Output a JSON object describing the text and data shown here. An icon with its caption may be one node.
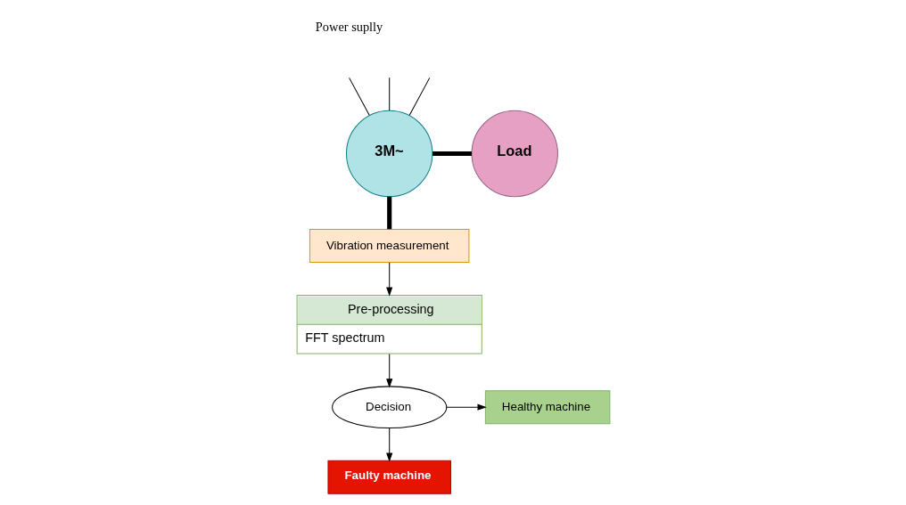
{
  "diagram": {
    "nodes": [
      {
        "text": [
          "3M~"
        ]
      },
      {
        "text": [
          "Load"
        ]
      },
      {
        "text": [
          "Vibration measurement"
        ]
      },
      {
        "text": [
          "Pre-processing",
          "FFT spectrum"
        ]
      },
      {
        "text": [
          "Decision"
        ]
      },
      {
        "text": [
          "Healthy machine"
        ]
      },
      {
        "text": [
          "Faulty machine"
        ]
      }
    ],
    "edges": [
      {
        "from": null,
        "to": 0,
        "arrow": "none"
      },
      {
        "from": null,
        "to": 0,
        "arrow": "none"
      },
      {
        "from": null,
        "to": 0,
        "arrow": "none"
      },
      {
        "from": 0,
        "to": 1,
        "arrow": "none",
        "style": "thick"
      },
      {
        "from": 0,
        "to": 2,
        "arrow": "none",
        "style": "thick"
      },
      {
        "from": 2,
        "to": 3,
        "arrow": "to"
      },
      {
        "from": 3,
        "to": 4,
        "arrow": "to"
      },
      {
        "from": 4,
        "to": 5,
        "arrow": "to"
      },
      {
        "from": 4,
        "to": 6,
        "arrow": "to"
      }
    ],
    "labels": [
      "Power suplly"
    ]
  }
}
